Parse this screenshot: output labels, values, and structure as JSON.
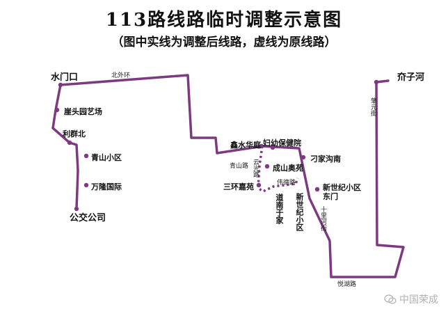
{
  "title": "113路线路临时调整示意图",
  "subtitle": "（图中实线为调整后线路，虚线为原线路）",
  "colors": {
    "route": "#7d3a80",
    "text": "#111111",
    "watermark": "#b0b0b0"
  },
  "stops": {
    "shuimenkou": "水门口",
    "yatouyuan": "崖头园艺场",
    "liqunbei": "利群北",
    "qingshan": "青山小区",
    "wanlong": "万隆国际",
    "gongjiao": "公交公司",
    "xinshui": "鑫水华庭",
    "fuyou": "妇幼保健院",
    "diaojia": "刁家沟南",
    "chengshan": "成山奥苑",
    "sanhuan": "三环嘉苑",
    "xinshiji_east": "新世纪小区东门",
    "daonan": "道南于家",
    "xinshiji": "新世纪小区",
    "jiezihe": "夼子河"
  },
  "roads": {
    "beiwaihuan": "北外环",
    "qingshanlu": "青山路",
    "yunguanglu": "云光路",
    "weidelu": "伟德路",
    "shilihejie": "十里河街",
    "yuehulu": "悦湖路",
    "zhaoyuanjie": "肇元街"
  },
  "watermark": {
    "text": "中国荣成",
    "icon": "wechat-icon"
  }
}
